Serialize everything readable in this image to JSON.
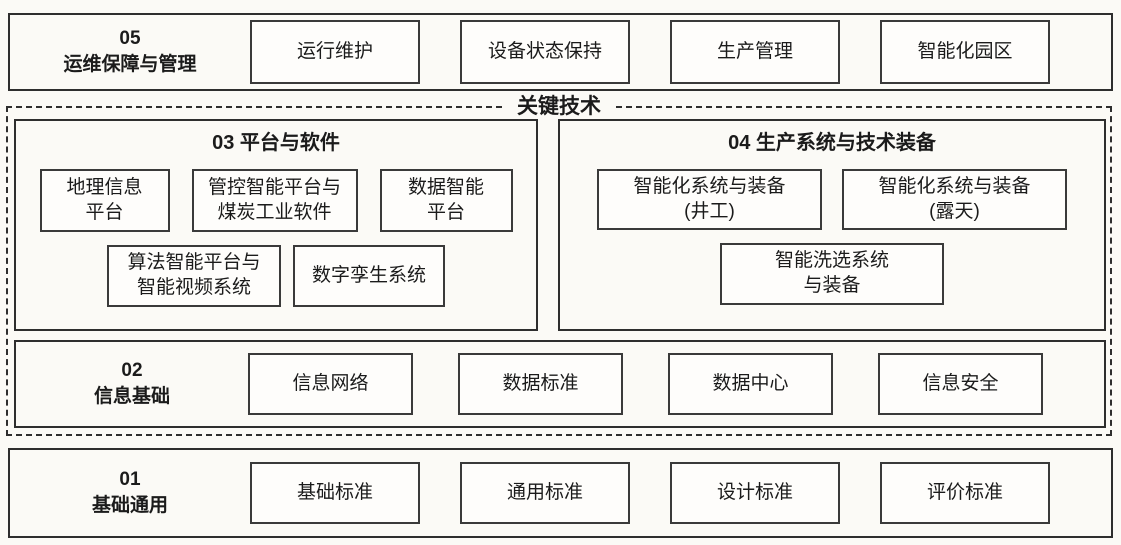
{
  "key_tech_label": "关键技术",
  "layers": {
    "ops": {
      "num": "05",
      "name": "运维保障与管理",
      "items": [
        "运行维护",
        "设备状态保持",
        "生产管理",
        "智能化园区"
      ]
    },
    "platform": {
      "title": "03 平台与软件",
      "row1": [
        "地理信息\n平台",
        "管控智能平台与\n煤炭工业软件",
        "数据智能\n平台"
      ],
      "row2": [
        "算法智能平台与\n智能视频系统",
        "数字孪生系统"
      ]
    },
    "production": {
      "title": "04 生产系统与技术装备",
      "row1": [
        "智能化系统与装备\n(井工)",
        "智能化系统与装备\n(露天)"
      ],
      "row2": [
        "智能洗选系统\n与装备"
      ]
    },
    "info": {
      "num": "02",
      "name": "信息基础",
      "items": [
        "信息网络",
        "数据标准",
        "数据中心",
        "信息安全"
      ]
    },
    "base": {
      "num": "01",
      "name": "基础通用",
      "items": [
        "基础标准",
        "通用标准",
        "设计标准",
        "评价标准"
      ]
    }
  },
  "colors": {
    "background": "#fbfaf6",
    "border": "#2e2e2e",
    "box_background": "#fefdfb",
    "text": "#1b1b1b"
  }
}
